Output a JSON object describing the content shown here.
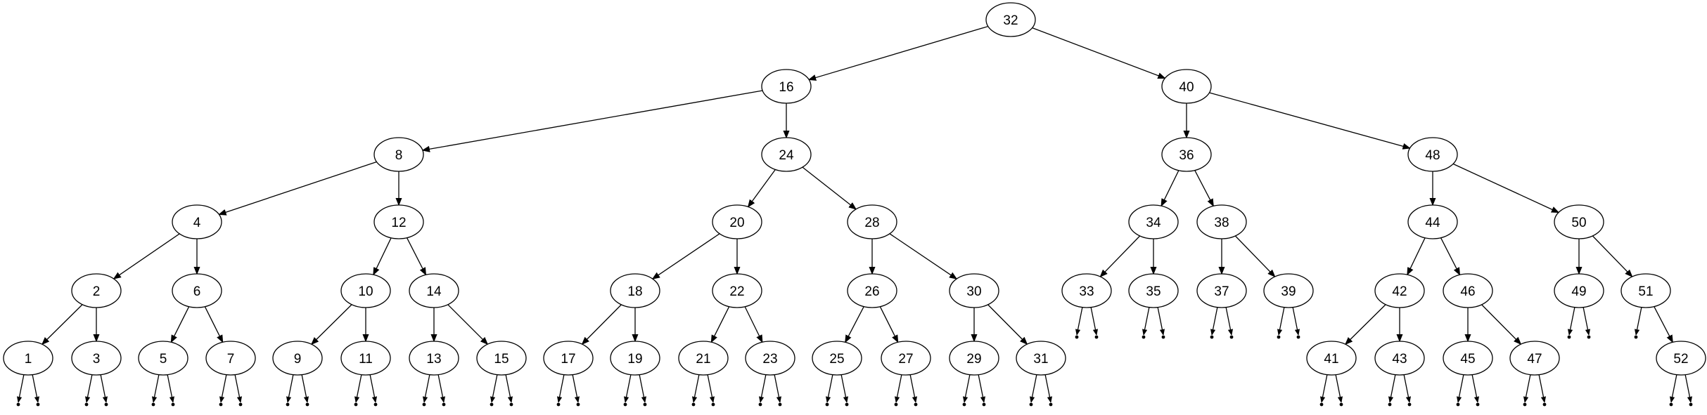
{
  "tree": {
    "nodes": [
      {
        "id": "32",
        "label": "32",
        "left": "16",
        "right": "40"
      },
      {
        "id": "16",
        "label": "16",
        "left": "8",
        "right": "24"
      },
      {
        "id": "40",
        "label": "40",
        "left": "36",
        "right": "48"
      },
      {
        "id": "8",
        "label": "8",
        "left": "4",
        "right": "12"
      },
      {
        "id": "24",
        "label": "24",
        "left": "20",
        "right": "28"
      },
      {
        "id": "36",
        "label": "36",
        "left": "34",
        "right": "38"
      },
      {
        "id": "48",
        "label": "48",
        "left": "44",
        "right": "50"
      },
      {
        "id": "4",
        "label": "4",
        "left": "2",
        "right": "6"
      },
      {
        "id": "12",
        "label": "12",
        "left": "10",
        "right": "14"
      },
      {
        "id": "20",
        "label": "20",
        "left": "18",
        "right": "22"
      },
      {
        "id": "28",
        "label": "28",
        "left": "26",
        "right": "30"
      },
      {
        "id": "34",
        "label": "34",
        "left": "33",
        "right": "35"
      },
      {
        "id": "38",
        "label": "38",
        "left": "37",
        "right": "39"
      },
      {
        "id": "44",
        "label": "44",
        "left": "42",
        "right": "46"
      },
      {
        "id": "50",
        "label": "50",
        "left": "49",
        "right": "51"
      },
      {
        "id": "2",
        "label": "2",
        "left": "1",
        "right": "3"
      },
      {
        "id": "6",
        "label": "6",
        "left": "5",
        "right": "7"
      },
      {
        "id": "10",
        "label": "10",
        "left": "9",
        "right": "11"
      },
      {
        "id": "14",
        "label": "14",
        "left": "13",
        "right": "15"
      },
      {
        "id": "18",
        "label": "18",
        "left": "17",
        "right": "19"
      },
      {
        "id": "22",
        "label": "22",
        "left": "21",
        "right": "23"
      },
      {
        "id": "26",
        "label": "26",
        "left": "25",
        "right": "27"
      },
      {
        "id": "30",
        "label": "30",
        "left": "29",
        "right": "31"
      },
      {
        "id": "33",
        "label": "33",
        "left": null,
        "right": null
      },
      {
        "id": "35",
        "label": "35",
        "left": null,
        "right": null
      },
      {
        "id": "37",
        "label": "37",
        "left": null,
        "right": null
      },
      {
        "id": "39",
        "label": "39",
        "left": null,
        "right": null
      },
      {
        "id": "42",
        "label": "42",
        "left": "41",
        "right": "43"
      },
      {
        "id": "46",
        "label": "46",
        "left": "45",
        "right": "47"
      },
      {
        "id": "49",
        "label": "49",
        "left": null,
        "right": null
      },
      {
        "id": "51",
        "label": "51",
        "left": null,
        "right": "52"
      },
      {
        "id": "1",
        "label": "1",
        "left": null,
        "right": null
      },
      {
        "id": "3",
        "label": "3",
        "left": null,
        "right": null
      },
      {
        "id": "5",
        "label": "5",
        "left": null,
        "right": null
      },
      {
        "id": "7",
        "label": "7",
        "left": null,
        "right": null
      },
      {
        "id": "9",
        "label": "9",
        "left": null,
        "right": null
      },
      {
        "id": "11",
        "label": "11",
        "left": null,
        "right": null
      },
      {
        "id": "13",
        "label": "13",
        "left": null,
        "right": null
      },
      {
        "id": "15",
        "label": "15",
        "left": null,
        "right": null
      },
      {
        "id": "17",
        "label": "17",
        "left": null,
        "right": null
      },
      {
        "id": "19",
        "label": "19",
        "left": null,
        "right": null
      },
      {
        "id": "21",
        "label": "21",
        "left": null,
        "right": null
      },
      {
        "id": "23",
        "label": "23",
        "left": null,
        "right": null
      },
      {
        "id": "25",
        "label": "25",
        "left": null,
        "right": null
      },
      {
        "id": "27",
        "label": "27",
        "left": null,
        "right": null
      },
      {
        "id": "29",
        "label": "29",
        "left": null,
        "right": null
      },
      {
        "id": "31",
        "label": "31",
        "left": null,
        "right": null
      },
      {
        "id": "41",
        "label": "41",
        "left": null,
        "right": null
      },
      {
        "id": "43",
        "label": "43",
        "left": null,
        "right": null
      },
      {
        "id": "45",
        "label": "45",
        "left": null,
        "right": null
      },
      {
        "id": "47",
        "label": "47",
        "left": null,
        "right": null
      },
      {
        "id": "52",
        "label": "52",
        "left": null,
        "right": null
      }
    ]
  }
}
